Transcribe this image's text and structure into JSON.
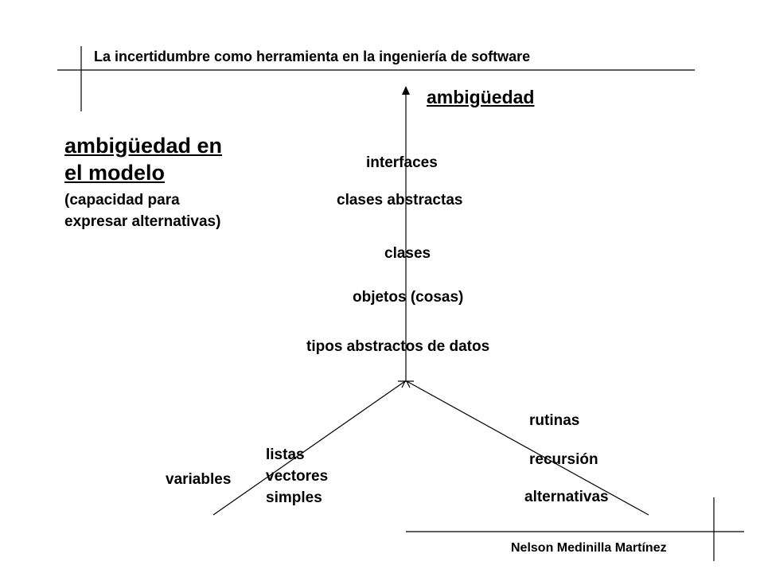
{
  "header": {
    "title": "La incertidumbre como herramienta en la ingeniería de software"
  },
  "footer": {
    "author": "Nelson Medinilla Martínez"
  },
  "axis": {
    "label": "ambigüedad"
  },
  "model_note": {
    "heading_line1": "ambigüedad en",
    "heading_line2": "el modelo",
    "sub_line1": "(capacidad para",
    "sub_line2": "expresar alternativas)"
  },
  "levels": {
    "interfaces": "interfaces",
    "abstract_classes": "clases abstractas",
    "classes": "clases",
    "objects": "objetos (cosas)",
    "adt": "tipos abstractos de datos"
  },
  "left_branch": {
    "variables": "variables",
    "lists": "listas",
    "vectors": "vectores",
    "simple": "simples"
  },
  "right_branch": {
    "routines": "rutinas",
    "recursion": "recursión",
    "alternatives": "alternativas"
  },
  "colors": {
    "ink": "#000000",
    "background": "#ffffff"
  }
}
